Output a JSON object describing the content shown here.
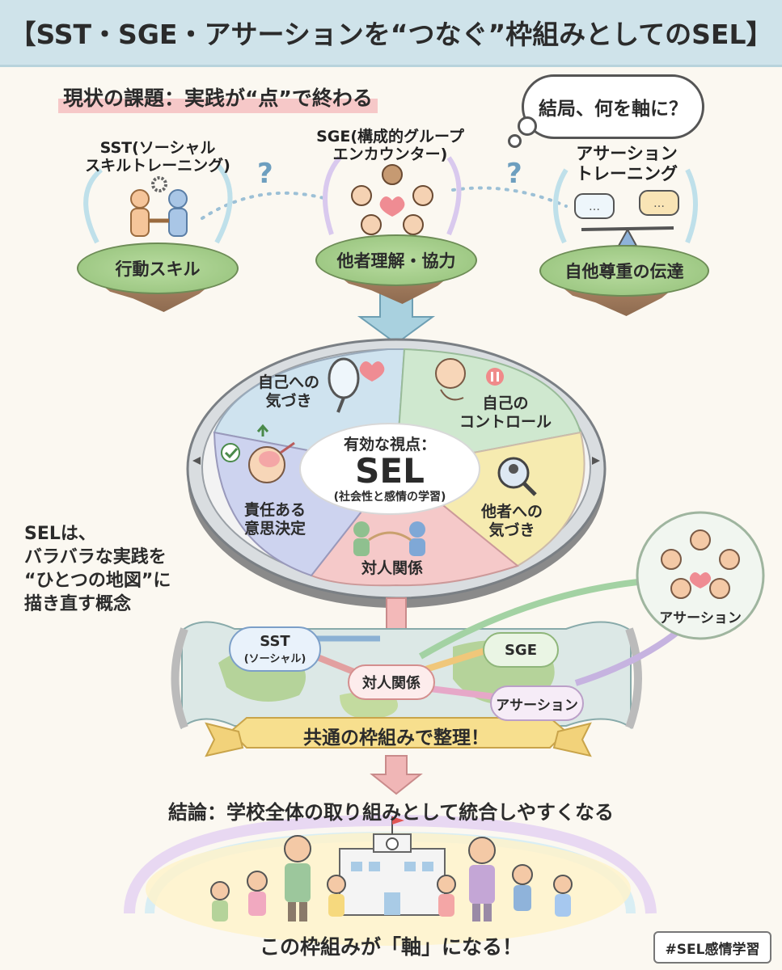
{
  "title": "【SST・SGE・アサーションを“つなぐ”枠組みとしてのSEL】",
  "issue_heading": "現状の課題：実践が“点”で終わる",
  "thought_bubble": "結局、何を軸に？",
  "islands": [
    {
      "title_line1": "SST(ソーシャル",
      "title_line2": "スキルトレーニング)",
      "label": "行動スキル"
    },
    {
      "title_line1": "SGE(構成的グループ",
      "title_line2": "エンカウンター)",
      "label": "他者理解・協力"
    },
    {
      "title_line1": "アサーション",
      "title_line2": "トレーニング",
      "label": "自他尊重の伝達"
    }
  ],
  "question_mark": "?",
  "sel_wheel": {
    "center_heading": "有効な視点：",
    "center_main": "SEL",
    "center_sub": "(社会性と感情の学習)",
    "segments": [
      {
        "line1": "自己への",
        "line2": "気づき"
      },
      {
        "line1": "自己の",
        "line2": "コントロール"
      },
      {
        "line1": "他者への",
        "line2": "気づき"
      },
      {
        "line1": "対人関係",
        "line2": ""
      },
      {
        "line1": "責任ある",
        "line2": "意思決定"
      }
    ]
  },
  "left_note": [
    "SELは、",
    "バラバラな実践を",
    "“ひとつの地図”に",
    "描き直す概念"
  ],
  "assertion_circle_label": "アサーション",
  "map": {
    "sst_main": "SST",
    "sst_sub": "(ソーシャル)",
    "sge": "SGE",
    "center": "対人関係",
    "assertion": "アサーション"
  },
  "banner": "共通の枠組みで整理！",
  "conclusion": "結論：学校全体の取り組みとして統合しやすくなる",
  "footer": "この枠組みが「軸」になる！",
  "hashtag": "#SEL感情学習",
  "colors": {
    "title_bg": "#cfe3ea",
    "seg_self_awareness": "#cfe3ef",
    "seg_self_control": "#cfe8cf",
    "seg_social_awareness": "#f6ebb0",
    "seg_relationship": "#f5c9c9",
    "seg_decision": "#cdd3ef",
    "arrow": "#9cc6d6"
  }
}
